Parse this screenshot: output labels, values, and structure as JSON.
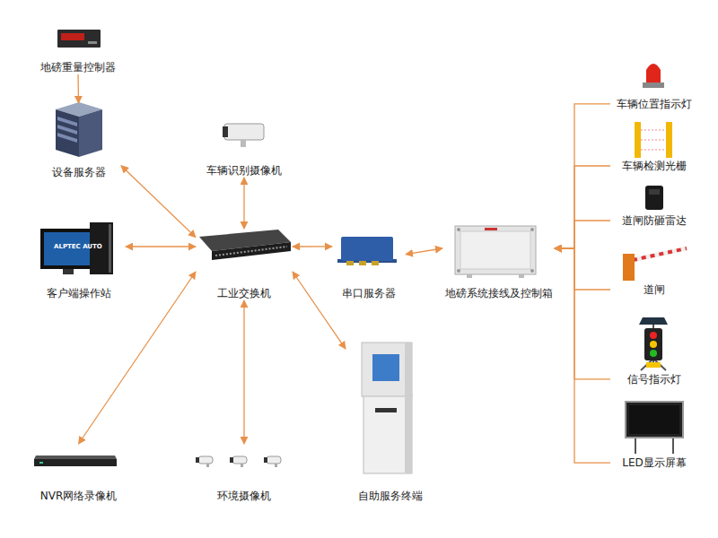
{
  "diagram": {
    "nodes": [
      {
        "text": [
          "地磅重量控制器"
        ]
      },
      {
        "text": [
          "设备服务器"
        ]
      },
      {
        "text": [
          "车辆识别摄像机"
        ]
      },
      {
        "text": [
          "客户端操作站"
        ]
      },
      {
        "text": [
          "工业交换机"
        ]
      },
      {
        "text": [
          "串口服务器"
        ]
      },
      {
        "text": [
          "地磅系统接线及控制箱"
        ]
      },
      {
        "text": [
          "车辆位置指示灯"
        ]
      },
      {
        "text": [
          "车辆检测光栅"
        ]
      },
      {
        "text": [
          "道闸防砸雷达"
        ]
      },
      {
        "text": [
          "道闸"
        ]
      },
      {
        "text": [
          "信号指示灯"
        ]
      },
      {
        "text": [
          "LED显示屏幕"
        ]
      },
      {
        "text": [
          "NVR网络录像机"
        ]
      },
      {
        "text": [
          "环境摄像机"
        ]
      },
      {
        "text": [
          "自助服务终端"
        ]
      }
    ],
    "edges": [
      {
        "from": 0,
        "to": 1,
        "arrow": "to"
      },
      {
        "from": 1,
        "to": 4,
        "arrow": "both"
      },
      {
        "from": 2,
        "to": 4,
        "arrow": "both"
      },
      {
        "from": 3,
        "to": 4,
        "arrow": "both"
      },
      {
        "from": 4,
        "to": 5,
        "arrow": "both"
      },
      {
        "from": 4,
        "to": 13,
        "arrow": "both"
      },
      {
        "from": 4,
        "to": 14,
        "arrow": "both"
      },
      {
        "from": 4,
        "to": 15,
        "arrow": "both"
      },
      {
        "from": 5,
        "to": 6,
        "arrow": "both"
      },
      {
        "from": 7,
        "to": 6,
        "arrow": "to"
      },
      {
        "from": 8,
        "to": 6,
        "arrow": "to"
      },
      {
        "from": 9,
        "to": 6,
        "arrow": "to"
      },
      {
        "from": 10,
        "to": 6,
        "arrow": "to"
      },
      {
        "from": 11,
        "to": 6,
        "arrow": "to"
      },
      {
        "from": 12,
        "to": 6,
        "arrow": "to"
      }
    ],
    "labels": [
      "ALPTEC AUTO"
    ]
  }
}
